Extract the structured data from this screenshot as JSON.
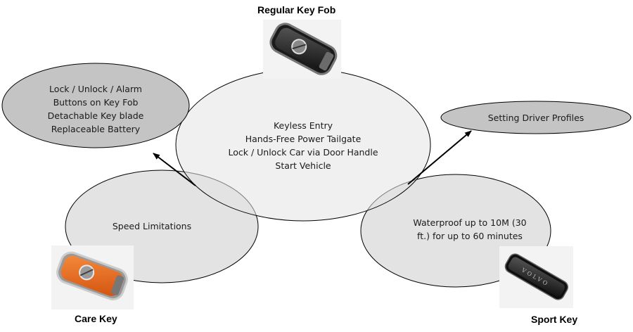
{
  "key_types": {
    "regular": {
      "name": "Regular Key Fob",
      "features": [
        "Keyless Entry",
        "Hands-Free Power Tailgate",
        "Lock / Unlock Car via Door Handle",
        "Start Vehicle"
      ]
    },
    "care": {
      "name": "Care Key",
      "features": [
        "Speed Limitations"
      ]
    },
    "sport": {
      "name": "Sport Key",
      "features": [
        "Waterproof up to 10M (30",
        "ft.) for up to 60 minutes"
      ]
    }
  },
  "callouts": {
    "left": [
      "Lock / Unlock / Alarm",
      "Buttons on Key Fob",
      "Detachable Key blade",
      "Replaceable Battery"
    ],
    "right": [
      "Setting Driver Profiles"
    ]
  },
  "sport_key_brand": "VOLVO",
  "colors": {
    "circle_fill": "#e3e3e3",
    "callout_fill": "#c4c4c4",
    "stroke": "#000000",
    "care_key": "#ea6a1c",
    "fob_black": "#2a2a2a"
  }
}
